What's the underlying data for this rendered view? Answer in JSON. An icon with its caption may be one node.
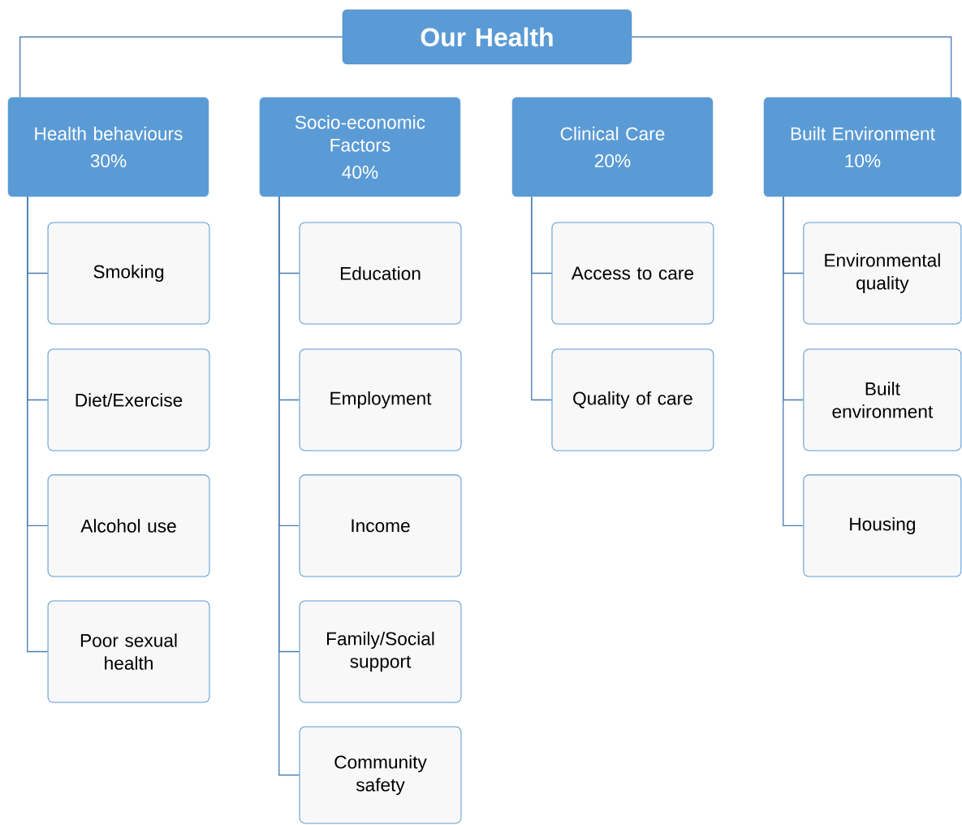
{
  "diagram": {
    "nodes": [
      {
        "text": [
          "Our Health"
        ]
      },
      {
        "text": [
          "Health behaviours",
          "30%"
        ]
      },
      {
        "text": [
          "Smoking"
        ]
      },
      {
        "text": [
          "Diet/Exercise"
        ]
      },
      {
        "text": [
          "Alcohol use"
        ]
      },
      {
        "text": [
          "Poor sexual health"
        ]
      },
      {
        "text": [
          "Socio-economic Factors",
          "40%"
        ]
      },
      {
        "text": [
          "Education"
        ]
      },
      {
        "text": [
          "Employment"
        ]
      },
      {
        "text": [
          "Income"
        ]
      },
      {
        "text": [
          "Family/Social support"
        ]
      },
      {
        "text": [
          "Community safety"
        ]
      },
      {
        "text": [
          "Clinical Care",
          "20%"
        ]
      },
      {
        "text": [
          "Access to care"
        ]
      },
      {
        "text": [
          "Quality of care"
        ]
      },
      {
        "text": [
          "Built Environment",
          "10%"
        ]
      },
      {
        "text": [
          "Environmental quality"
        ]
      },
      {
        "text": [
          "Built environment"
        ]
      },
      {
        "text": [
          "Housing"
        ]
      }
    ],
    "edges": [
      {
        "from": 0,
        "to": 1,
        "arrow": "none"
      },
      {
        "from": 0,
        "to": 15,
        "arrow": "none"
      },
      {
        "from": 1,
        "to": 2,
        "arrow": "none"
      },
      {
        "from": 1,
        "to": 3,
        "arrow": "none"
      },
      {
        "from": 1,
        "to": 4,
        "arrow": "none"
      },
      {
        "from": 1,
        "to": 5,
        "arrow": "none"
      },
      {
        "from": 6,
        "to": 7,
        "arrow": "none"
      },
      {
        "from": 6,
        "to": 8,
        "arrow": "none"
      },
      {
        "from": 6,
        "to": 9,
        "arrow": "none"
      },
      {
        "from": 6,
        "to": 10,
        "arrow": "none"
      },
      {
        "from": 6,
        "to": 11,
        "arrow": "none"
      },
      {
        "from": 12,
        "to": 13,
        "arrow": "none"
      },
      {
        "from": 12,
        "to": 14,
        "arrow": "none"
      },
      {
        "from": 15,
        "to": 16,
        "arrow": "none"
      },
      {
        "from": 15,
        "to": 17,
        "arrow": "none"
      },
      {
        "from": 15,
        "to": 18,
        "arrow": "none"
      }
    ]
  }
}
